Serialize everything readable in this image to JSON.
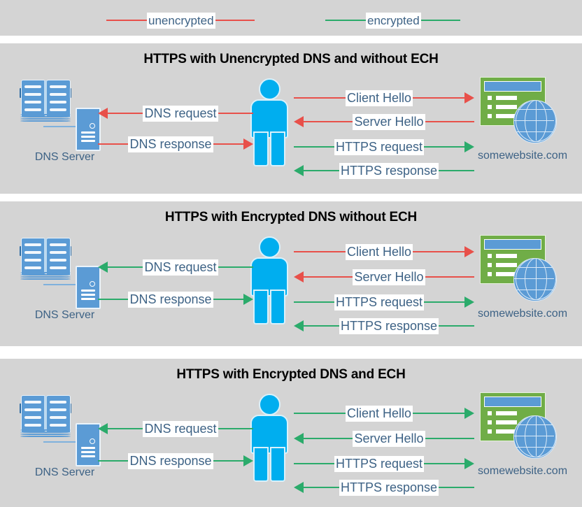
{
  "colors": {
    "unencrypted": "#e8504a",
    "encrypted": "#2bab6b",
    "panel_background": "#d4d4d4",
    "page_background": "#ffffff",
    "label_text": "#3d6285",
    "title_text": "#000000",
    "person": "#00aeef",
    "dns_blue": "#5b9bd5",
    "website_green": "#70ad47"
  },
  "legend": {
    "items": [
      {
        "label": "unencrypted",
        "color_key": "unencrypted"
      },
      {
        "label": "encrypted",
        "color_key": "encrypted"
      }
    ]
  },
  "panels": [
    {
      "title": "HTTPS with Unencrypted DNS and without ECH",
      "dns_server": {
        "caption": "DNS Server",
        "icon": "book-server-icon"
      },
      "client": {
        "icon": "person-icon"
      },
      "website": {
        "caption": "somewebsite.com",
        "icon": "browser-globe-icon"
      },
      "left_flows": [
        {
          "label": "DNS request",
          "direction": "left",
          "color_key": "unencrypted"
        },
        {
          "label": "DNS response",
          "direction": "right",
          "color_key": "unencrypted"
        }
      ],
      "right_flows": [
        {
          "label": "Client Hello",
          "direction": "right",
          "color_key": "unencrypted"
        },
        {
          "label": "Server Hello",
          "direction": "left",
          "color_key": "unencrypted"
        },
        {
          "label": "HTTPS request",
          "direction": "right",
          "color_key": "encrypted"
        },
        {
          "label": "HTTPS response",
          "direction": "left",
          "color_key": "encrypted"
        }
      ]
    },
    {
      "title": "HTTPS with Encrypted DNS without ECH",
      "dns_server": {
        "caption": "DNS Server",
        "icon": "book-server-icon"
      },
      "client": {
        "icon": "person-icon"
      },
      "website": {
        "caption": "somewebsite.com",
        "icon": "browser-globe-icon"
      },
      "left_flows": [
        {
          "label": "DNS request",
          "direction": "left",
          "color_key": "encrypted"
        },
        {
          "label": "DNS response",
          "direction": "right",
          "color_key": "encrypted"
        }
      ],
      "right_flows": [
        {
          "label": "Client Hello",
          "direction": "right",
          "color_key": "unencrypted"
        },
        {
          "label": "Server Hello",
          "direction": "left",
          "color_key": "unencrypted"
        },
        {
          "label": "HTTPS request",
          "direction": "right",
          "color_key": "encrypted"
        },
        {
          "label": "HTTPS response",
          "direction": "left",
          "color_key": "encrypted"
        }
      ]
    },
    {
      "title": "HTTPS with Encrypted DNS and ECH",
      "dns_server": {
        "caption": "DNS Server",
        "icon": "book-server-icon"
      },
      "client": {
        "icon": "person-icon"
      },
      "website": {
        "caption": "somewebsite.com",
        "icon": "browser-globe-icon"
      },
      "left_flows": [
        {
          "label": "DNS request",
          "direction": "left",
          "color_key": "encrypted"
        },
        {
          "label": "DNS response",
          "direction": "right",
          "color_key": "encrypted"
        }
      ],
      "right_flows": [
        {
          "label": "Client Hello",
          "direction": "right",
          "color_key": "encrypted"
        },
        {
          "label": "Server Hello",
          "direction": "left",
          "color_key": "encrypted"
        },
        {
          "label": "HTTPS request",
          "direction": "right",
          "color_key": "encrypted"
        },
        {
          "label": "HTTPS response",
          "direction": "left",
          "color_key": "encrypted"
        }
      ]
    }
  ]
}
